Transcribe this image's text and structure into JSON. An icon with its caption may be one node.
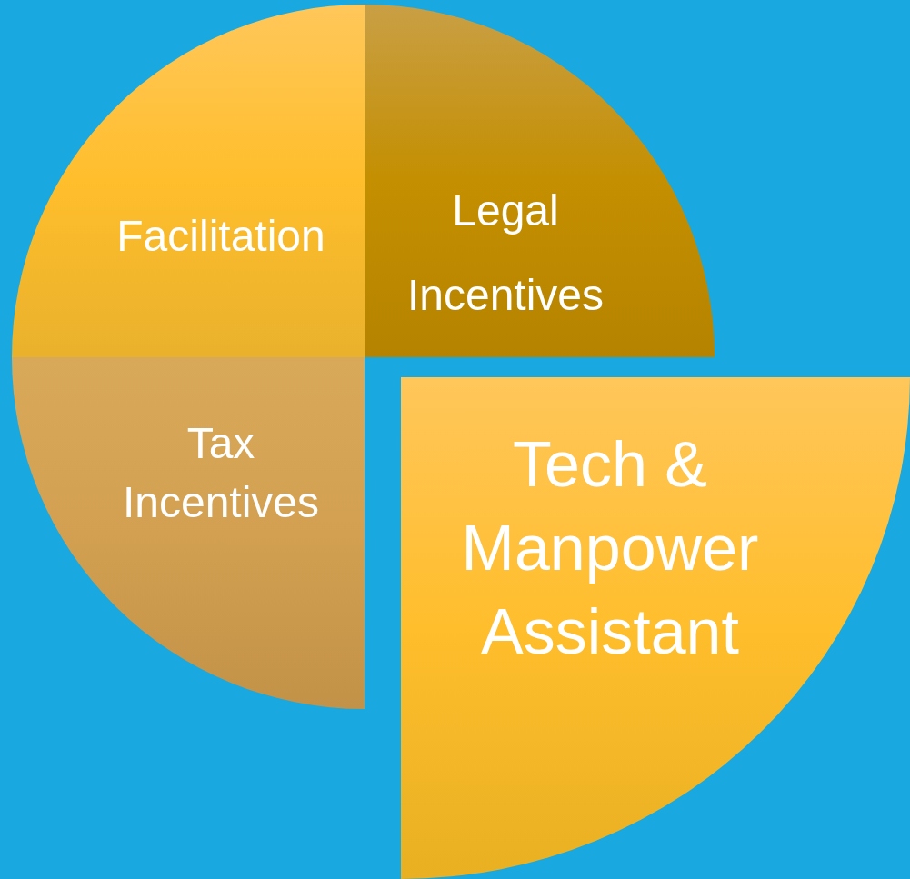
{
  "diagram": {
    "nodes": [
      {
        "text": [
          "Facilitation"
        ]
      },
      {
        "text": [
          "Legal Incentives"
        ]
      },
      {
        "text": [
          "Tax Incentives"
        ]
      },
      {
        "text": [
          "Tech & Manpower Assistant"
        ]
      }
    ]
  }
}
